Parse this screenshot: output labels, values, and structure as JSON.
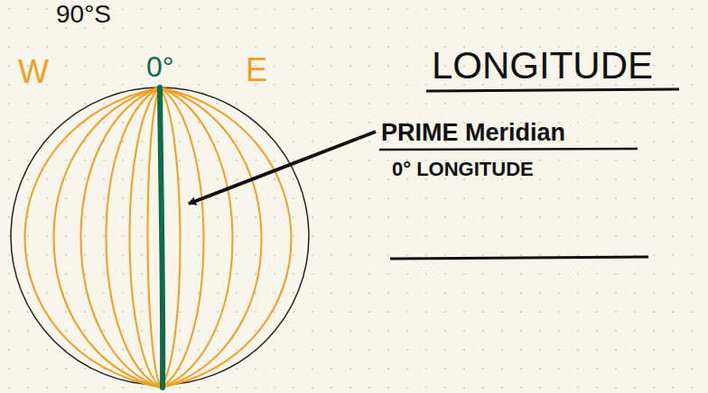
{
  "diagram": {
    "title": "LONGITUDE",
    "labels": [
      "90°S",
      "0°",
      "W",
      "E",
      "PRIME Meridian",
      "0° LONGITUDE"
    ]
  }
}
